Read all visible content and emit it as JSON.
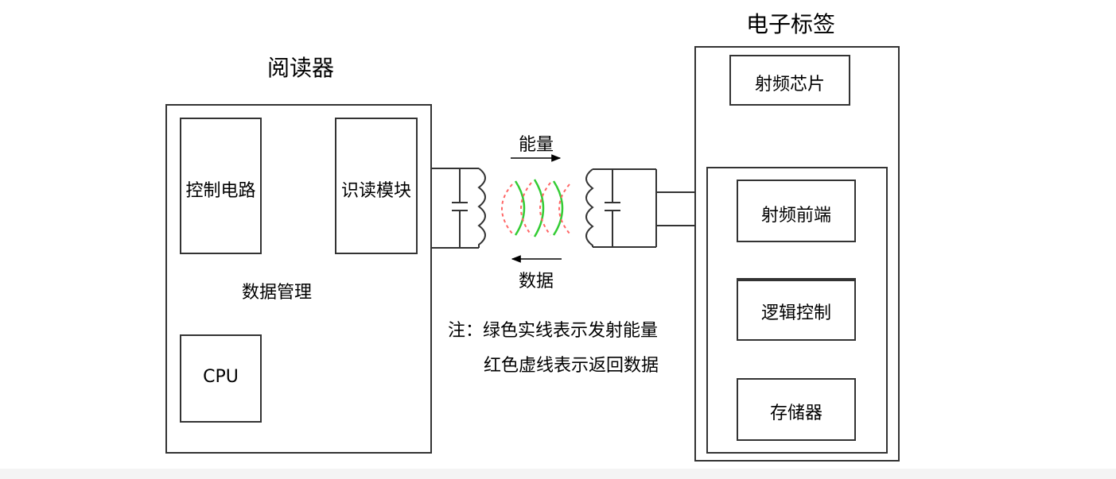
{
  "reader": {
    "title": "阅读器",
    "control_circuit": "控制电路",
    "read_module": "识读模块",
    "data_management": "数据管理",
    "cpu": "CPU"
  },
  "tag": {
    "title": "电子标签",
    "rf_chip": "射频芯片",
    "rf_frontend": "射频前端",
    "logic_control": "逻辑控制",
    "storage": "存储器"
  },
  "link": {
    "energy": "能量",
    "data": "数据"
  },
  "note": {
    "line1": "注：绿色实线表示发射能量",
    "line2": "红色虚线表示返回数据"
  },
  "colors": {
    "energy_wave": "#33cc33",
    "data_wave": "#ff6666",
    "border": "#333333"
  }
}
